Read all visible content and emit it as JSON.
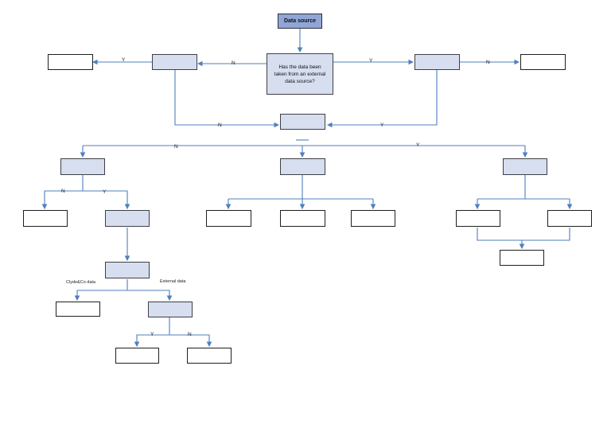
{
  "header": {
    "title": "Data source"
  },
  "question": {
    "text": "Has the data been taken from an external data source?"
  },
  "edge_labels": {
    "top_left_y": "Y",
    "top_left_n": "N",
    "top_right_y": "Y",
    "top_right_n": "N",
    "merge_left_n": "N",
    "merge_right_y": "Y",
    "branch_n": "N",
    "branch_y": "Y",
    "left_sub_n": "N",
    "left_sub_y": "Y",
    "clyde_label": "Clyde&Co data",
    "external_label": "External data",
    "bottom_y": "Y",
    "bottom_n": "N"
  },
  "colors": {
    "connector": "#4f7fbf",
    "fill": "#d6deef",
    "title_fill": "#8fa6d6"
  }
}
